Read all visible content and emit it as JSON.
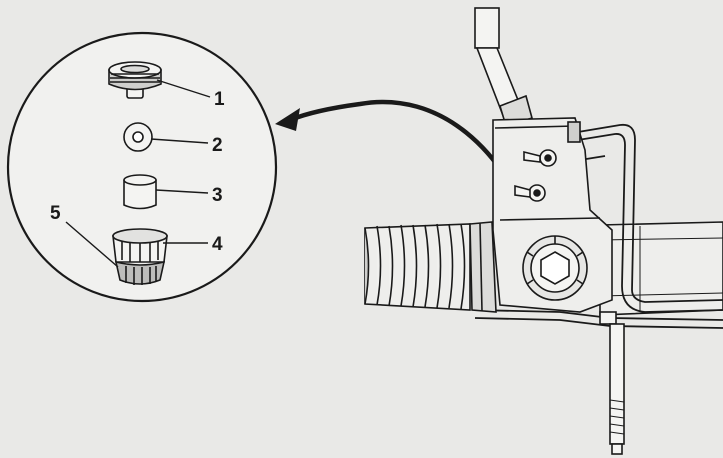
{
  "diagram": {
    "callouts": [
      {
        "id": "1",
        "label": "1"
      },
      {
        "id": "2",
        "label": "2"
      },
      {
        "id": "3",
        "label": "3"
      },
      {
        "id": "4",
        "label": "4"
      },
      {
        "id": "5",
        "label": "5"
      }
    ]
  },
  "colors": {
    "paper": "#e9e9e7",
    "ink": "#1a1a1a",
    "part_fill": "#f4f4f2",
    "shade": "#bdbdbb"
  }
}
